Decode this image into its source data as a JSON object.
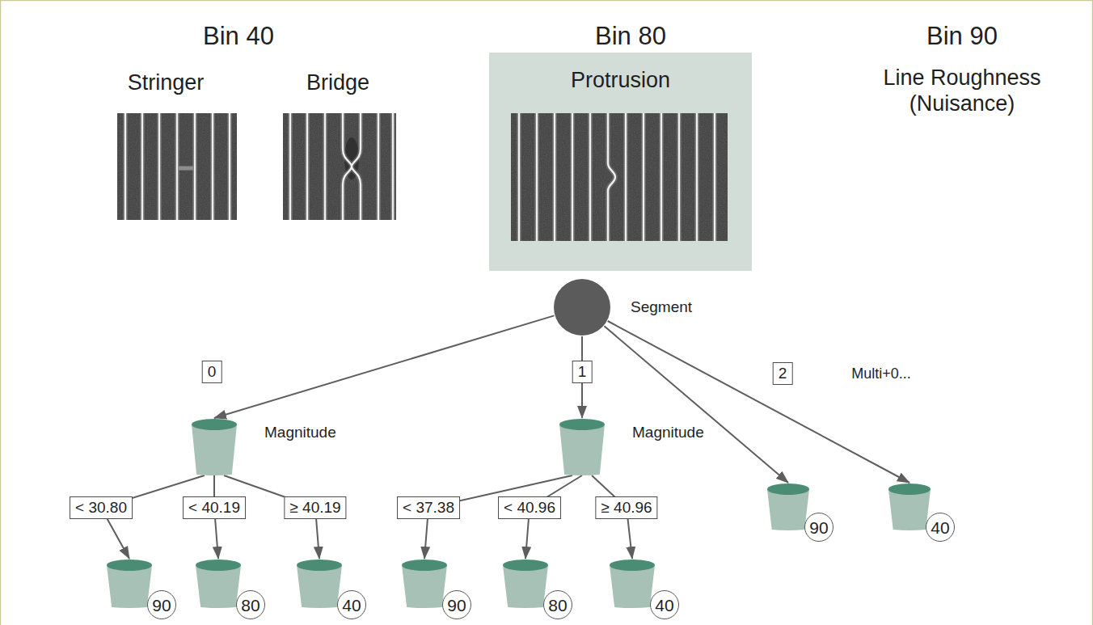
{
  "diagram": {
    "nodes": [
      {
        "text": [
          "Protrusion"
        ]
      },
      {
        "text": [
          "Segment"
        ]
      },
      {
        "text": [
          "Magnitude"
        ]
      },
      {
        "text": [
          "Magnitude"
        ]
      },
      {
        "text": [
          "90"
        ]
      },
      {
        "text": [
          "40"
        ]
      },
      {
        "text": [
          "90"
        ]
      },
      {
        "text": [
          "80"
        ]
      },
      {
        "text": [
          "40"
        ]
      },
      {
        "text": [
          "90"
        ]
      },
      {
        "text": [
          "80"
        ]
      },
      {
        "text": [
          "40"
        ]
      }
    ],
    "edges": [
      {
        "from": 1,
        "to": 2,
        "arrow": "to",
        "label": "0"
      },
      {
        "from": 1,
        "to": 3,
        "arrow": "to",
        "label": "1"
      },
      {
        "from": 1,
        "to": 4,
        "arrow": "to",
        "label": "2"
      },
      {
        "from": 1,
        "to": 5,
        "arrow": "to",
        "label": "Multi+0..."
      },
      {
        "from": 2,
        "to": 6,
        "arrow": "to",
        "label": "< 30.80"
      },
      {
        "from": 2,
        "to": 7,
        "arrow": "to",
        "label": "< 40.19"
      },
      {
        "from": 2,
        "to": 8,
        "arrow": "to",
        "label": "≥ 40.19"
      },
      {
        "from": 3,
        "to": 9,
        "arrow": "to",
        "label": "< 37.38"
      },
      {
        "from": 3,
        "to": 10,
        "arrow": "to",
        "label": "< 40.96"
      },
      {
        "from": 3,
        "to": 11,
        "arrow": "to",
        "label": "≥ 40.96"
      }
    ],
    "labels": [
      "Bin 40",
      "Bin 80",
      "Bin 90",
      "Stringer",
      "Bridge",
      "Line Roughness (Nuisance)"
    ]
  }
}
